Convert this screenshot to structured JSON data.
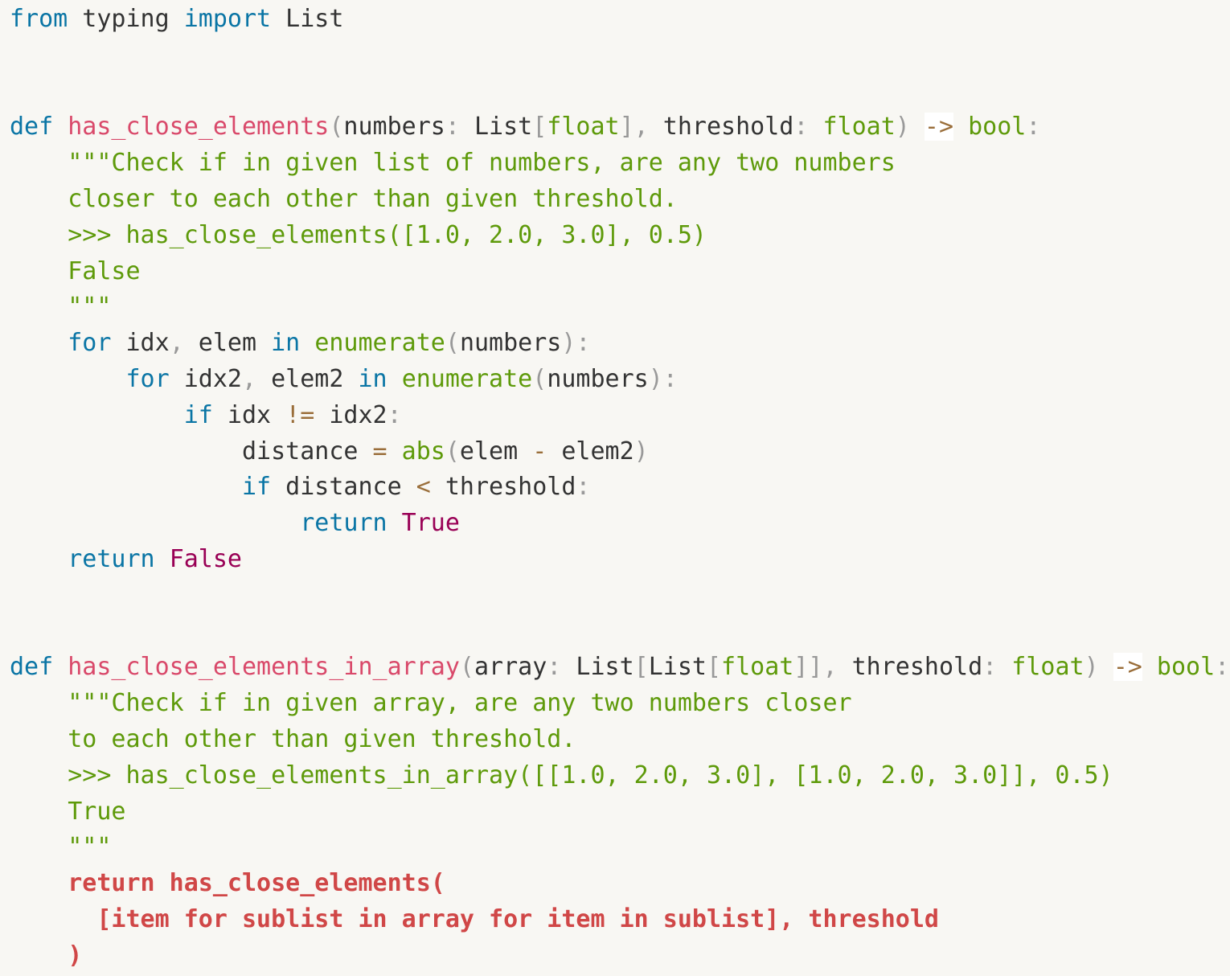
{
  "editor": {
    "background": "#f8f7f3",
    "colors": {
      "keyword": "#0a75a5",
      "function_name": "#d9496a",
      "punctuation": "#999999",
      "type_and_string": "#5e9a0a",
      "operator": "#9a6e3a",
      "boolean": "#990055",
      "highlighted_code": "#d04747",
      "identifier": "#333333"
    },
    "lines": [
      [
        {
          "c": "kw",
          "t": "from"
        },
        {
          "c": "id",
          "t": " typing "
        },
        {
          "c": "kw",
          "t": "import"
        },
        {
          "c": "id",
          "t": " List"
        }
      ],
      [],
      [],
      [
        {
          "c": "kw",
          "t": "def"
        },
        {
          "c": "id",
          "t": " "
        },
        {
          "c": "fn",
          "t": "has_close_elements"
        },
        {
          "c": "pun",
          "t": "("
        },
        {
          "c": "id",
          "t": "numbers"
        },
        {
          "c": "pun",
          "t": ":"
        },
        {
          "c": "id",
          "t": " List"
        },
        {
          "c": "pun",
          "t": "["
        },
        {
          "c": "typ",
          "t": "float"
        },
        {
          "c": "pun",
          "t": "],"
        },
        {
          "c": "id",
          "t": " threshold"
        },
        {
          "c": "pun",
          "t": ":"
        },
        {
          "c": "id",
          "t": " "
        },
        {
          "c": "typ",
          "t": "float"
        },
        {
          "c": "pun",
          "t": ")"
        },
        {
          "c": "id",
          "t": " "
        },
        {
          "c": "arr",
          "t": "->"
        },
        {
          "c": "id",
          "t": " "
        },
        {
          "c": "typ",
          "t": "bool"
        },
        {
          "c": "pun",
          "t": ":"
        }
      ],
      [
        {
          "c": "id",
          "t": "    "
        },
        {
          "c": "str",
          "t": "\"\"\"Check if in given list of numbers, are any two numbers"
        }
      ],
      [
        {
          "c": "id",
          "t": "    "
        },
        {
          "c": "str",
          "t": "closer to each other than given threshold."
        }
      ],
      [
        {
          "c": "id",
          "t": "    "
        },
        {
          "c": "str",
          "t": ">>> has_close_elements([1.0, 2.0, 3.0], 0.5)"
        }
      ],
      [
        {
          "c": "id",
          "t": "    "
        },
        {
          "c": "str",
          "t": "False"
        }
      ],
      [
        {
          "c": "id",
          "t": "    "
        },
        {
          "c": "str",
          "t": "\"\"\""
        }
      ],
      [
        {
          "c": "id",
          "t": "    "
        },
        {
          "c": "kw",
          "t": "for"
        },
        {
          "c": "id",
          "t": " idx"
        },
        {
          "c": "pun",
          "t": ","
        },
        {
          "c": "id",
          "t": " elem "
        },
        {
          "c": "kw",
          "t": "in"
        },
        {
          "c": "id",
          "t": " "
        },
        {
          "c": "typ",
          "t": "enumerate"
        },
        {
          "c": "pun",
          "t": "("
        },
        {
          "c": "id",
          "t": "numbers"
        },
        {
          "c": "pun",
          "t": "):"
        }
      ],
      [
        {
          "c": "id",
          "t": "        "
        },
        {
          "c": "kw",
          "t": "for"
        },
        {
          "c": "id",
          "t": " idx2"
        },
        {
          "c": "pun",
          "t": ","
        },
        {
          "c": "id",
          "t": " elem2 "
        },
        {
          "c": "kw",
          "t": "in"
        },
        {
          "c": "id",
          "t": " "
        },
        {
          "c": "typ",
          "t": "enumerate"
        },
        {
          "c": "pun",
          "t": "("
        },
        {
          "c": "id",
          "t": "numbers"
        },
        {
          "c": "pun",
          "t": "):"
        }
      ],
      [
        {
          "c": "id",
          "t": "            "
        },
        {
          "c": "kw",
          "t": "if"
        },
        {
          "c": "id",
          "t": " idx "
        },
        {
          "c": "op",
          "t": "!="
        },
        {
          "c": "id",
          "t": " idx2"
        },
        {
          "c": "pun",
          "t": ":"
        }
      ],
      [
        {
          "c": "id",
          "t": "                distance "
        },
        {
          "c": "op",
          "t": "="
        },
        {
          "c": "id",
          "t": " "
        },
        {
          "c": "typ",
          "t": "abs"
        },
        {
          "c": "pun",
          "t": "("
        },
        {
          "c": "id",
          "t": "elem "
        },
        {
          "c": "op",
          "t": "-"
        },
        {
          "c": "id",
          "t": " elem2"
        },
        {
          "c": "pun",
          "t": ")"
        }
      ],
      [
        {
          "c": "id",
          "t": "                "
        },
        {
          "c": "kw",
          "t": "if"
        },
        {
          "c": "id",
          "t": " distance "
        },
        {
          "c": "op",
          "t": "<"
        },
        {
          "c": "id",
          "t": " threshold"
        },
        {
          "c": "pun",
          "t": ":"
        }
      ],
      [
        {
          "c": "id",
          "t": "                    "
        },
        {
          "c": "kw",
          "t": "return"
        },
        {
          "c": "id",
          "t": " "
        },
        {
          "c": "bool",
          "t": "True"
        }
      ],
      [
        {
          "c": "id",
          "t": "    "
        },
        {
          "c": "kw",
          "t": "return"
        },
        {
          "c": "id",
          "t": " "
        },
        {
          "c": "bool",
          "t": "False"
        }
      ],
      [],
      [],
      [
        {
          "c": "kw",
          "t": "def"
        },
        {
          "c": "id",
          "t": " "
        },
        {
          "c": "fn",
          "t": "has_close_elements_in_array"
        },
        {
          "c": "pun",
          "t": "("
        },
        {
          "c": "id",
          "t": "array"
        },
        {
          "c": "pun",
          "t": ":"
        },
        {
          "c": "id",
          "t": " List"
        },
        {
          "c": "pun",
          "t": "["
        },
        {
          "c": "id",
          "t": "List"
        },
        {
          "c": "pun",
          "t": "["
        },
        {
          "c": "typ",
          "t": "float"
        },
        {
          "c": "pun",
          "t": "]],"
        },
        {
          "c": "id",
          "t": " threshold"
        },
        {
          "c": "pun",
          "t": ":"
        },
        {
          "c": "id",
          "t": " "
        },
        {
          "c": "typ",
          "t": "float"
        },
        {
          "c": "pun",
          "t": ")"
        },
        {
          "c": "id",
          "t": " "
        },
        {
          "c": "arr",
          "t": "->"
        },
        {
          "c": "id",
          "t": " "
        },
        {
          "c": "typ",
          "t": "bool"
        },
        {
          "c": "pun",
          "t": ":"
        }
      ],
      [
        {
          "c": "id",
          "t": "    "
        },
        {
          "c": "str",
          "t": "\"\"\"Check if in given array, are any two numbers closer"
        }
      ],
      [
        {
          "c": "id",
          "t": "    "
        },
        {
          "c": "str",
          "t": "to each other than given threshold."
        }
      ],
      [
        {
          "c": "id",
          "t": "    "
        },
        {
          "c": "str",
          "t": ">>> has_close_elements_in_array([[1.0, 2.0, 3.0], [1.0, 2.0, 3.0]], 0.5)"
        }
      ],
      [
        {
          "c": "id",
          "t": "    "
        },
        {
          "c": "str",
          "t": "True"
        }
      ],
      [
        {
          "c": "id",
          "t": "    "
        },
        {
          "c": "str",
          "t": "\"\"\""
        }
      ],
      [
        {
          "c": "id",
          "t": "    "
        },
        {
          "c": "hl",
          "t": "return has_close_elements("
        }
      ],
      [
        {
          "c": "id",
          "t": "      "
        },
        {
          "c": "hl",
          "t": "[item for sublist in array for item in sublist], threshold"
        }
      ],
      [
        {
          "c": "id",
          "t": "    "
        },
        {
          "c": "hl",
          "t": ")"
        }
      ]
    ]
  }
}
